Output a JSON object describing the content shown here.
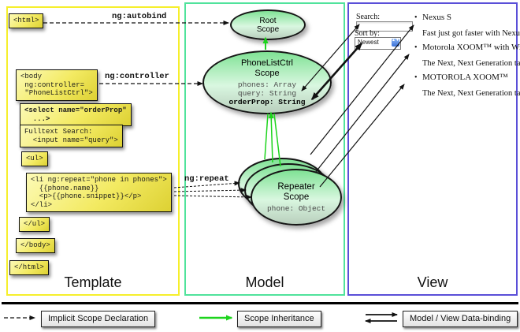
{
  "columns": {
    "template_label": "Template",
    "model_label": "Model",
    "view_label": "View"
  },
  "arrow_labels": {
    "autobind": "ng:autobind",
    "controller": "ng:controller",
    "repeat": "ng:repeat"
  },
  "template": {
    "html_open": "<html>",
    "body_open": "<body\n ng:controller=\n \"PhoneListCtrl\">",
    "select": "<select name=\"orderProp\"\n  ...>",
    "fulltext": "Fulltext Search:\n  <input name=\"query\">",
    "ul_open": "<ul>",
    "li": "<li ng:repeat=\"phone in phones\">\n  {{phone.name}}\n  <p>{{phone.snippet}}</p>\n</li>",
    "ul_close": "</ul>",
    "body_close": "</body>",
    "html_close": "</html>"
  },
  "model": {
    "root_scope_title": "Root\nScope",
    "phone_list_ctrl": {
      "title": "PhoneListCtrl\nScope",
      "prop_phones": "phones: Array",
      "prop_query": "query: String",
      "prop_orderprop": "orderProp: String"
    },
    "repeater": {
      "title": "Repeater\nScope",
      "prop_phone": "phone: Object"
    }
  },
  "view": {
    "search_label": "Search:",
    "search_value": "",
    "sort_label": "Sort by:",
    "sort_value": "Newest",
    "bullet_glyph": "•",
    "stepper_up": "▲",
    "stepper_down": "▼",
    "items": [
      {
        "title": "Nexus S",
        "desc": "Fast just got faster with Nexus S."
      },
      {
        "title": "Motorola XOOM™ with Wi-Fi",
        "desc": "The Next, Next Generation tablet."
      },
      {
        "title": "MOTOROLA XOOM™",
        "desc": "The Next, Next Generation tablet."
      }
    ]
  },
  "legend": {
    "implicit": "Implicit Scope Declaration",
    "inheritance": "Scope Inheritance",
    "binding": "Model / View Data-binding"
  },
  "colors": {
    "template_border": "#f6ef2b",
    "model_border": "#50e39c",
    "view_border": "#5a4fd8",
    "code_box_yellow": "#f3ea62",
    "scope_green": "#80e295",
    "inheritance_arrow_green": "#1dd41d",
    "arrow_black": "#111111"
  }
}
